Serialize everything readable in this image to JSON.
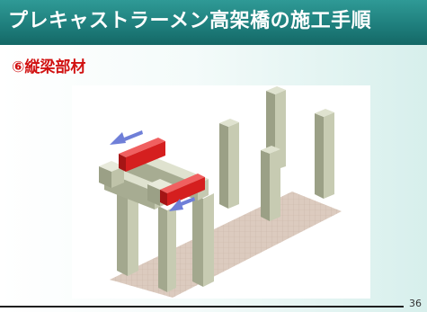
{
  "slide": {
    "title": "プレキャストラーメン高架橋の施工手順",
    "step_label": "⑥縦梁部材",
    "page_number": "36"
  },
  "colors": {
    "title_bar": "#1f7f7d",
    "step_text": "#d11212",
    "column": "#b8bea3",
    "ground": "#d9c9bd",
    "beam": "#d51f1f",
    "arrow": "#6f7fd8"
  }
}
